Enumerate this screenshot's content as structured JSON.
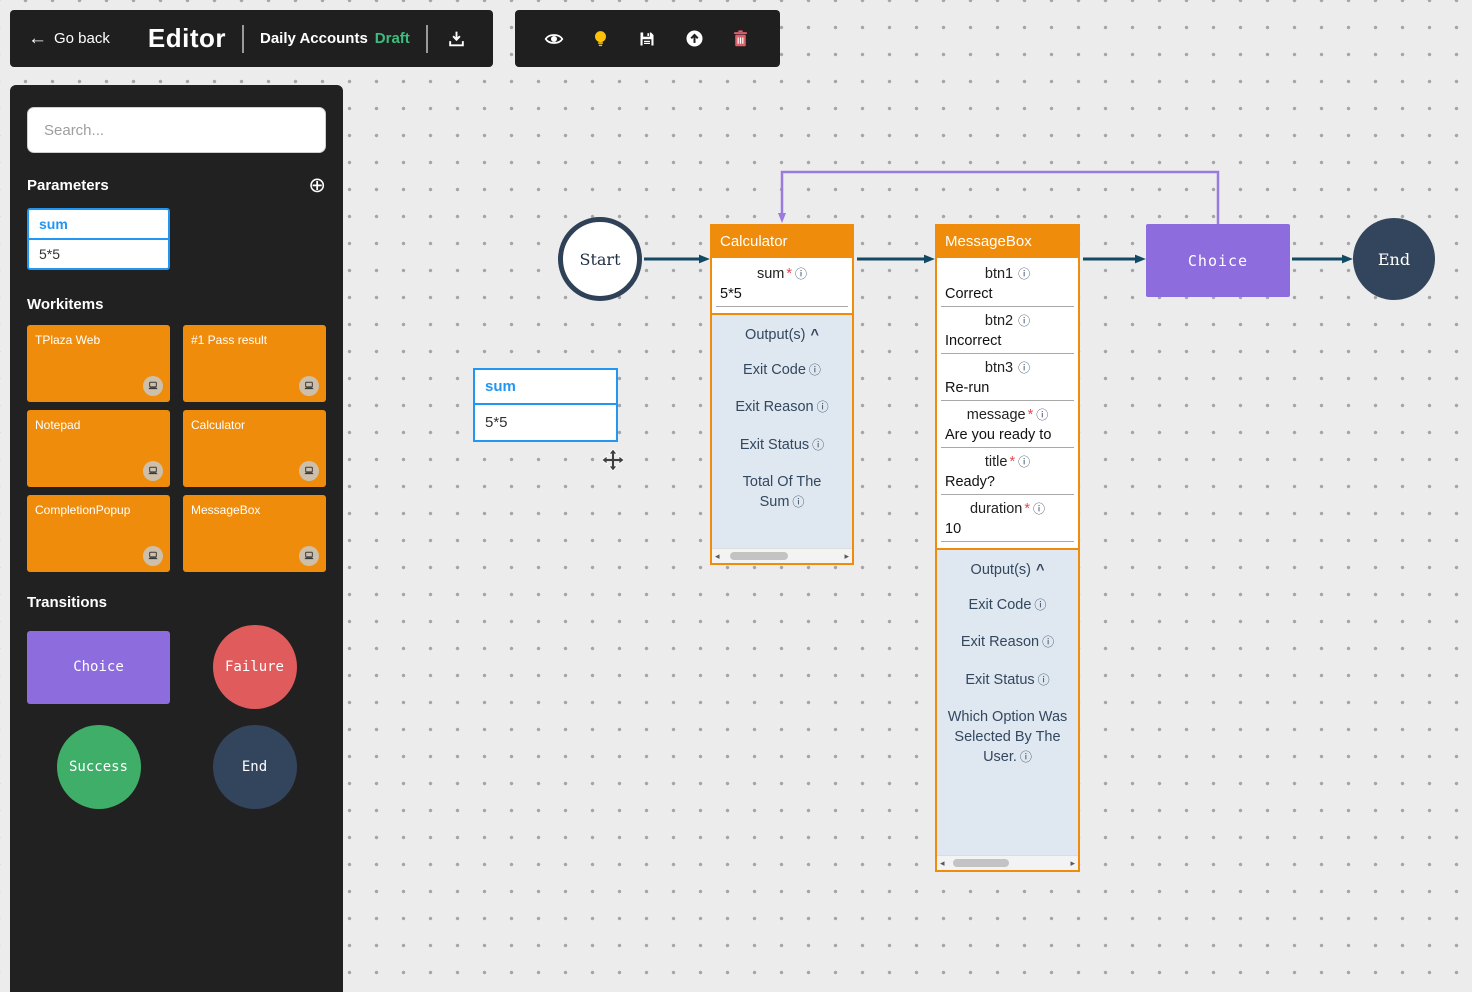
{
  "header": {
    "go_back_label": "Go back",
    "app_title": "Editor",
    "workflow_name": "Daily Accounts",
    "workflow_status": "Draft"
  },
  "icons": {
    "back_arrow": "←",
    "add": "⊕",
    "info": "ⓘ",
    "collapse_caret": "^",
    "scroll_left": "◂",
    "scroll_right": "▸"
  },
  "sidebar": {
    "search_placeholder": "Search...",
    "parameters": {
      "title": "Parameters",
      "items": [
        {
          "name": "sum",
          "value": "5*5"
        }
      ]
    },
    "workitems": {
      "title": "Workitems",
      "items": [
        {
          "label": "TPlaza Web"
        },
        {
          "label": "#1 Pass result"
        },
        {
          "label": "Notepad"
        },
        {
          "label": "Calculator"
        },
        {
          "label": "CompletionPopup"
        },
        {
          "label": "MessageBox"
        }
      ]
    },
    "transitions": {
      "title": "Transitions",
      "items": [
        {
          "label": "Choice"
        },
        {
          "label": "Failure"
        },
        {
          "label": "Success"
        },
        {
          "label": "End"
        }
      ]
    }
  },
  "canvas": {
    "start_node": {
      "label": "Start"
    },
    "end_node": {
      "label": "End"
    },
    "choice_node": {
      "label": "Choice"
    },
    "floating_parameter": {
      "name": "sum",
      "value": "5*5"
    },
    "nodes": [
      {
        "title": "Calculator",
        "inputs": [
          {
            "label": "sum",
            "required": "*",
            "value": "5*5"
          }
        ],
        "outputs_title": "Output(s)",
        "outputs": [
          "Exit Code",
          "Exit Reason",
          "Exit Status",
          "Total Of The Sum"
        ]
      },
      {
        "title": "MessageBox",
        "inputs": [
          {
            "label": "btn1",
            "required": "",
            "value": "Correct"
          },
          {
            "label": "btn2",
            "required": "",
            "value": "Incorrect"
          },
          {
            "label": "btn3",
            "required": "",
            "value": "Re-run"
          },
          {
            "label": "message",
            "required": "*",
            "value": "Are you ready to"
          },
          {
            "label": "title",
            "required": "*",
            "value": "Ready?"
          },
          {
            "label": "duration",
            "required": "*",
            "value": "10"
          }
        ],
        "outputs_title": "Output(s)",
        "outputs": [
          "Exit Code",
          "Exit Reason",
          "Exit Status",
          "Which Option Was Selected By The User."
        ]
      }
    ]
  },
  "colors": {
    "accent_orange": "#ef8c0c",
    "accent_blue": "#2196f3",
    "accent_purple": "#8d6cde",
    "connector_dark": "#134a63",
    "connector_purple": "#9b7ae0",
    "failure_red": "#e05c5c",
    "success_green": "#3fae68",
    "end_navy": "#33455c",
    "draft_green": "#3dbd7d",
    "bulb_yellow": "#ffc107",
    "delete_red": "#dd5f69"
  }
}
